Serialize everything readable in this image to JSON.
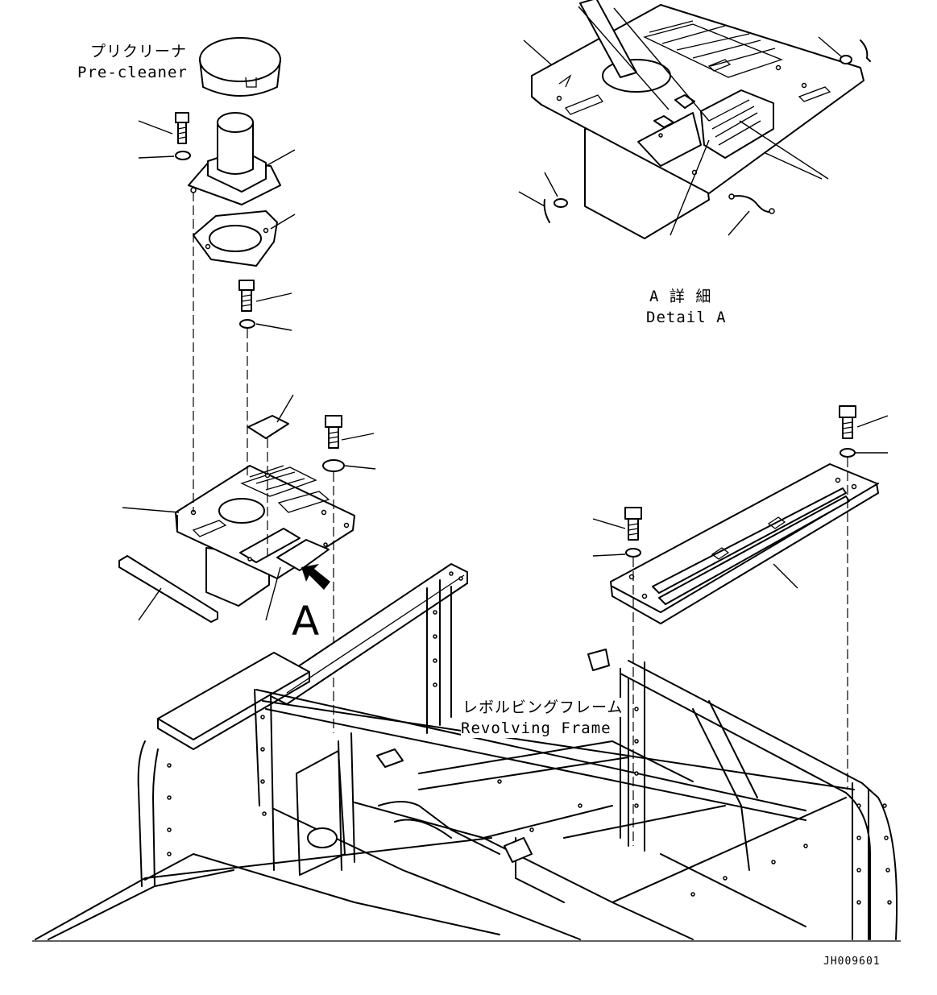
{
  "labels": {
    "precleaner_jp": "プリクリーナ",
    "precleaner_en": "Pre-cleaner",
    "detail_jp": "A 詳 細",
    "detail_en": "Detail A",
    "view_marker": "A",
    "frame_jp": "レボルビングフレーム",
    "frame_en": "Revolving Frame",
    "drawing_code": "JH009601"
  }
}
